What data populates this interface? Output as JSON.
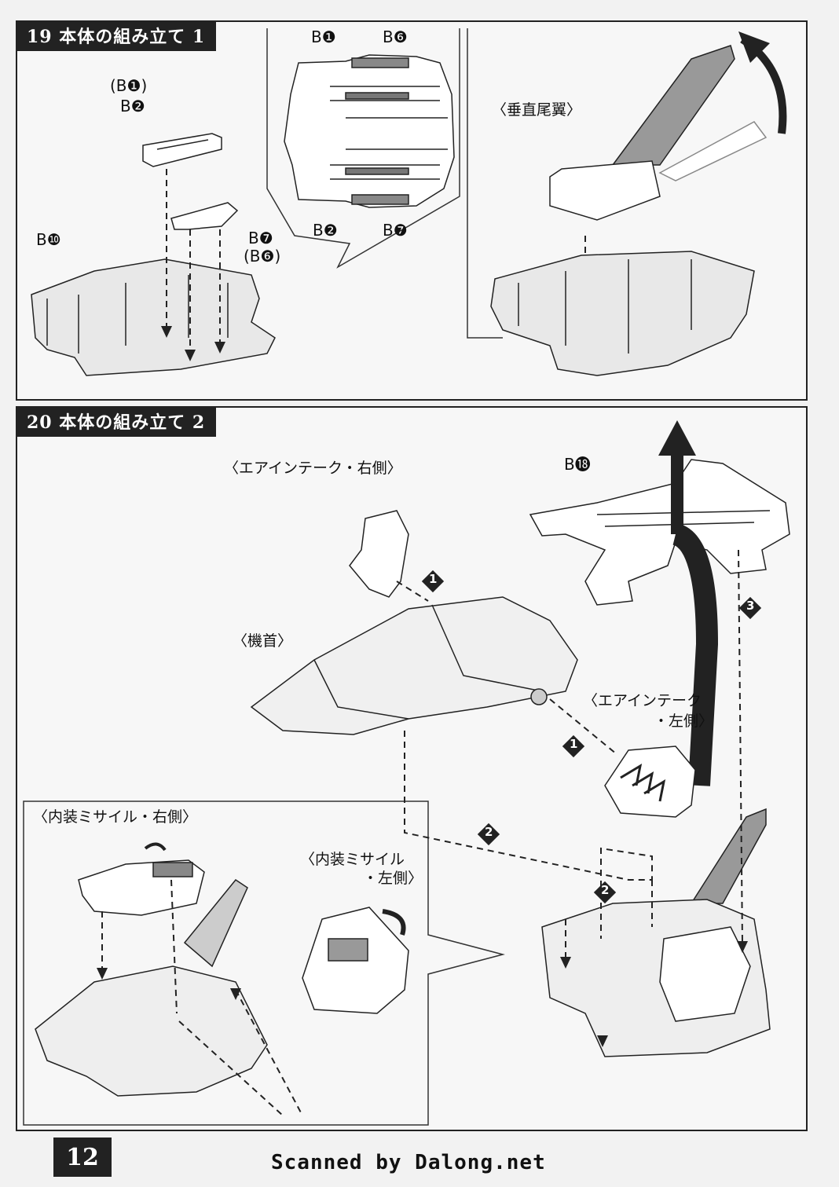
{
  "page": {
    "number": "12",
    "credit": "Scanned by Dalong.net"
  },
  "step19": {
    "title": "19 本体の組み立て 1",
    "parts": {
      "b1_paren": "(B❶)",
      "b2": "B❷",
      "b10": "B❿",
      "b7": "B❼",
      "b6_paren": "(B❻)",
      "top_b1": "B❶",
      "top_b6": "B❻",
      "bottom_b2": "B❷",
      "bottom_b7": "B❼"
    },
    "labels": {
      "vertical_tail": "〈垂直尾翼〉"
    }
  },
  "step20": {
    "title": "20 本体の組み立て 2",
    "labels": {
      "air_intake_right": "〈エアインテーク・右側〉",
      "nose": "〈機首〉",
      "air_intake_left_1": "〈エアインテーク",
      "air_intake_left_2": "・左側〉",
      "missile_right": "〈内装ミサイル・右側〉",
      "missile_left_1": "〈内装ミサイル",
      "missile_left_2": "・左側〉",
      "b22": "B⓲"
    },
    "steps": {
      "one": "1",
      "two": "2",
      "three": "3"
    }
  }
}
